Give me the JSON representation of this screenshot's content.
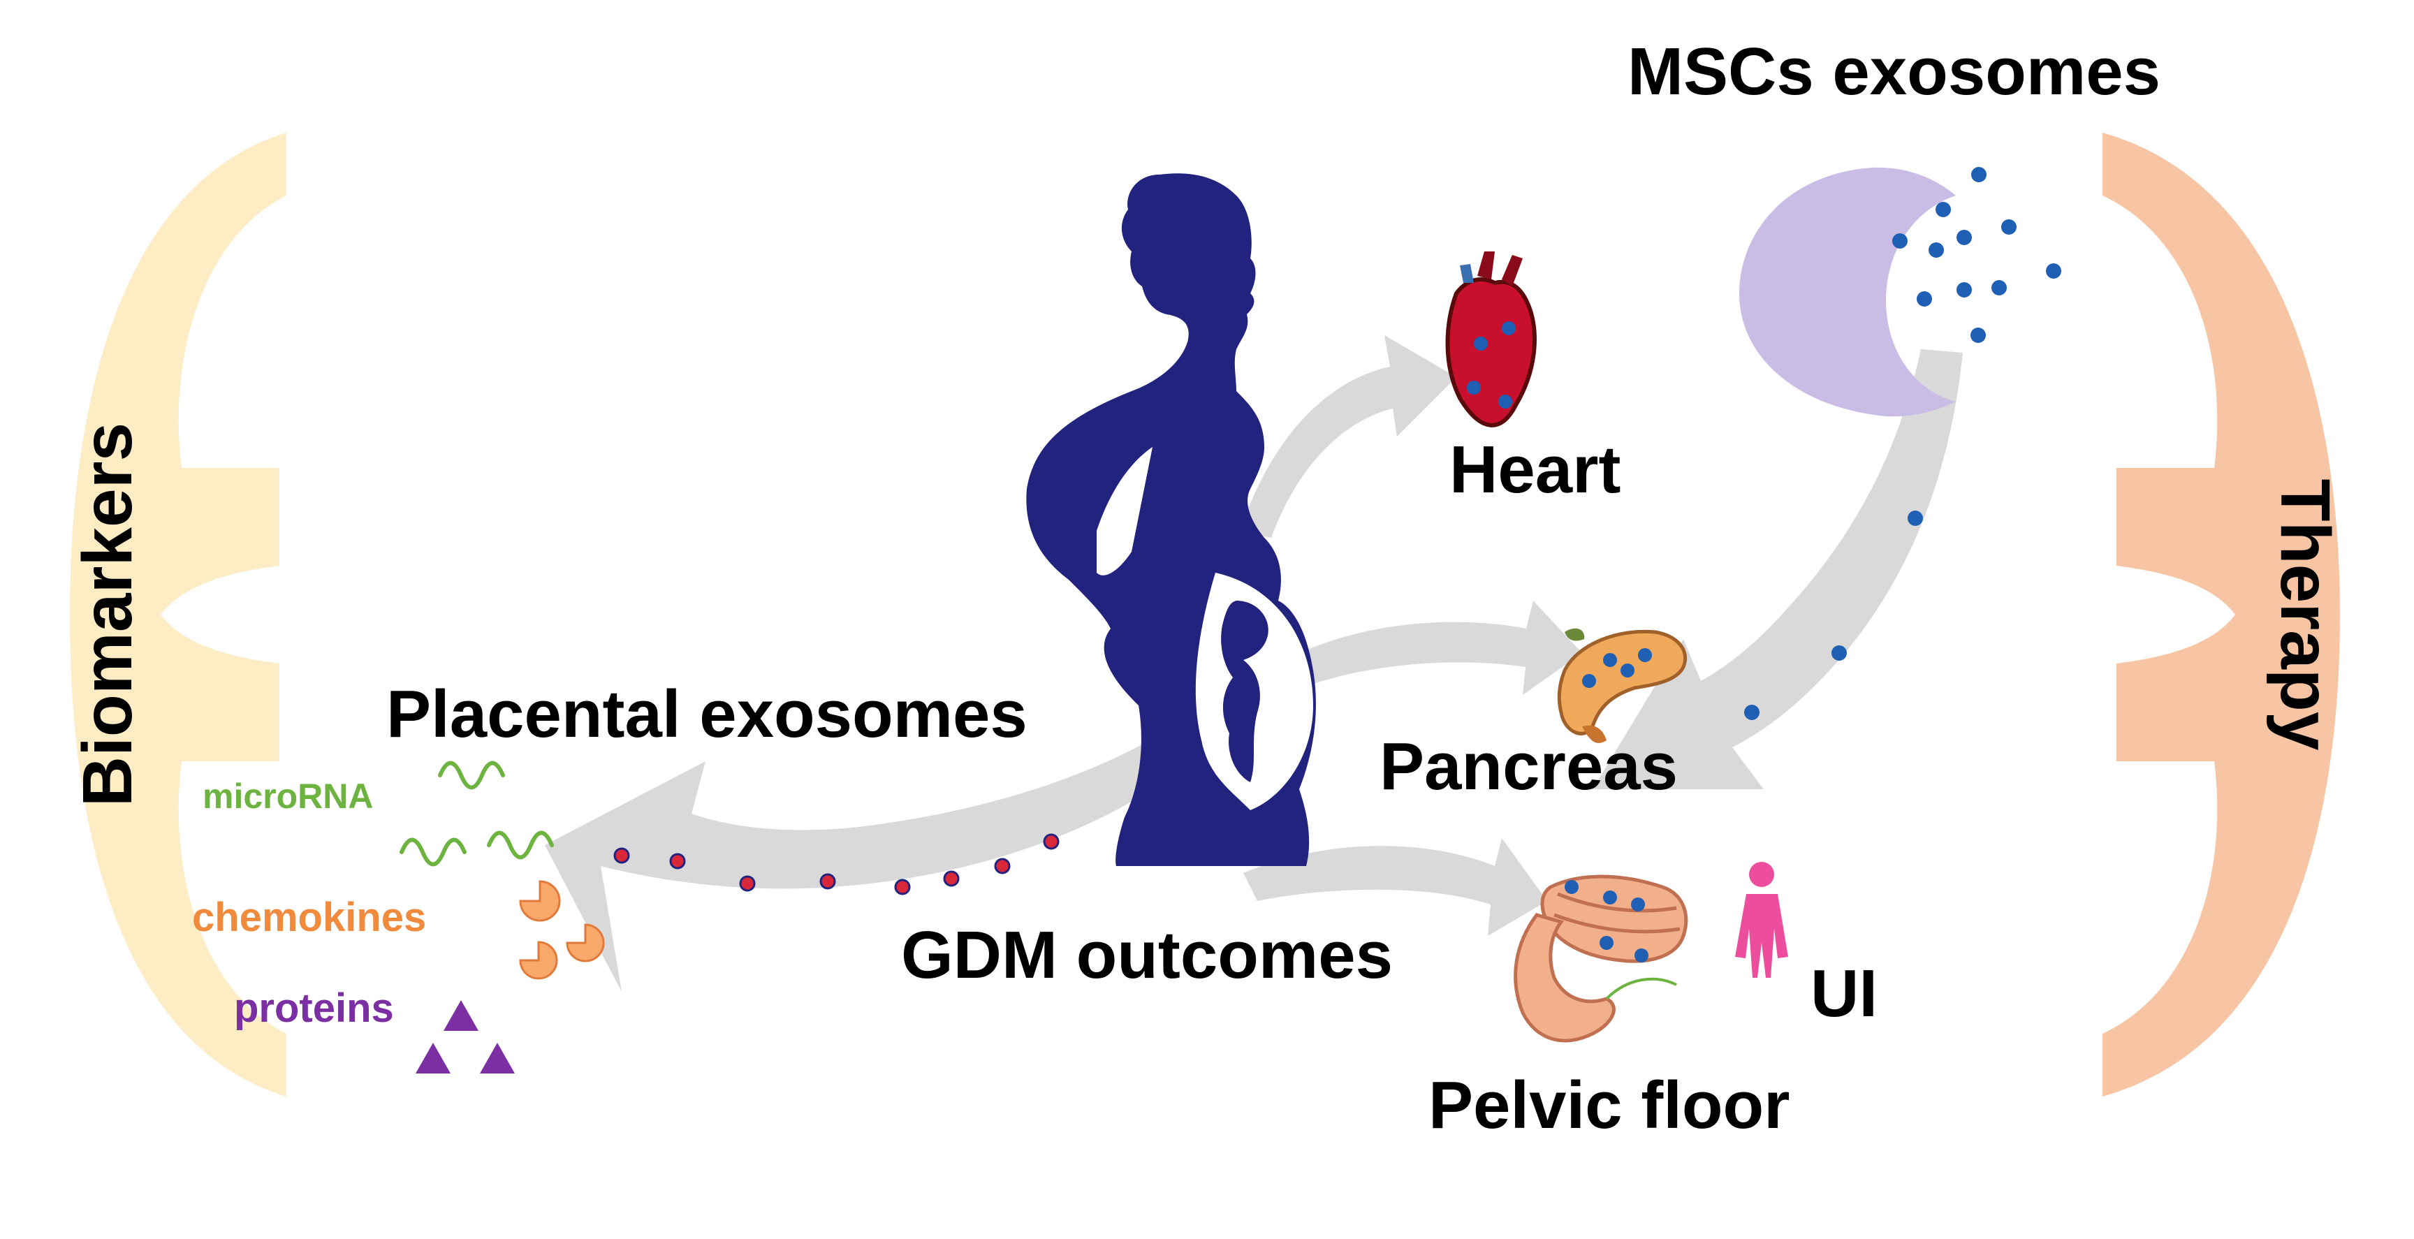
{
  "labels": {
    "biomarkers": "Biomarkers",
    "therapy": "Therapy",
    "msc_exosomes": "MSCs exosomes",
    "heart": "Heart",
    "pancreas": "Pancreas",
    "placental_exosomes": "Placental exosomes",
    "gdm_outcomes": "GDM outcomes",
    "pelvic_floor": "Pelvic floor",
    "ui": "UI",
    "microrna": "microRNA",
    "chemokines": "chemokines",
    "proteins": "proteins"
  },
  "colors": {
    "biomarkers_bracket": "#fdecc4",
    "therapy_bracket": "#f8c5a4",
    "silhouette": "#22237e",
    "arrow": "#d9d9d9",
    "msc_cell": "#c9bde6",
    "blue_dot": "#1f5fb4",
    "red_dot": "#d8283a",
    "microrna": "#6db33f",
    "chemokines": "#f08a3c",
    "proteins": "#7b2fa3",
    "ui_figure": "#ec4d9c",
    "heart": "#c8102e"
  },
  "icons": {
    "pregnant_woman": "pregnant-woman-silhouette-icon",
    "heart": "heart-organ-icon",
    "pancreas": "pancreas-organ-icon",
    "pelvic_floor": "pelvic-floor-muscle-icon",
    "ui_figure": "female-figure-icon",
    "msc_cell": "msc-cell-icon"
  }
}
